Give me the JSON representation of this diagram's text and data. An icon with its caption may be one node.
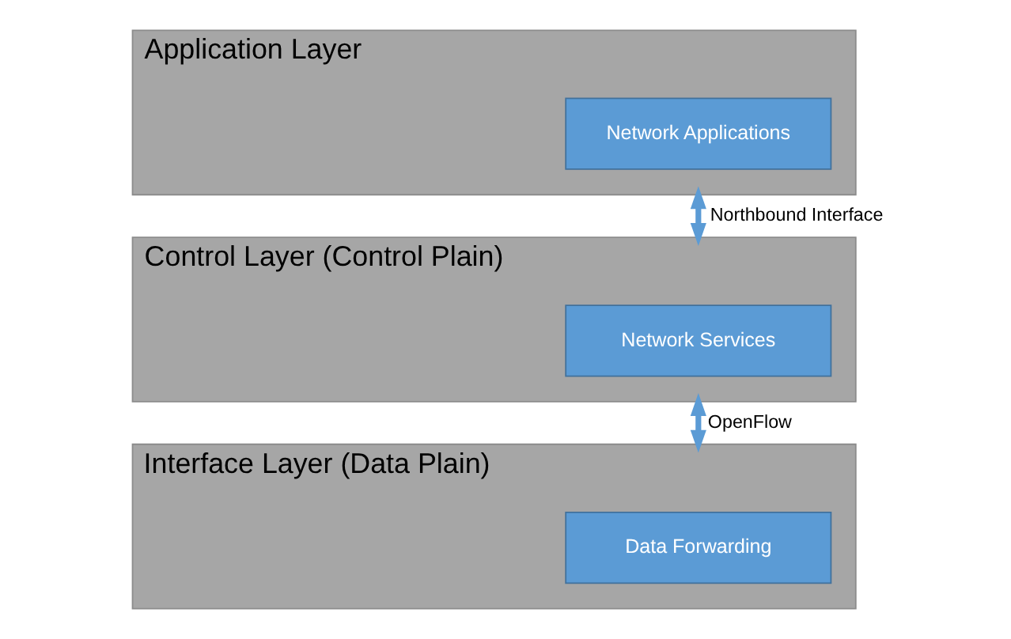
{
  "diagram": {
    "nodes": [
      {
        "text": [
          "Application Layer"
        ]
      },
      {
        "text": [
          "Network Applications"
        ],
        "in": 0
      },
      {
        "text": [
          "Control Layer (Control Plain)"
        ]
      },
      {
        "text": [
          "Network Services"
        ],
        "in": 2
      },
      {
        "text": [
          "Interface Layer (Data Plain)"
        ]
      },
      {
        "text": [
          "Data Forwarding"
        ],
        "in": 4
      }
    ],
    "edges": [
      {
        "from": 0,
        "to": 2,
        "arrow": "both",
        "label": "Northbound Interface"
      },
      {
        "from": 2,
        "to": 4,
        "arrow": "both",
        "label": "OpenFlow"
      }
    ]
  }
}
